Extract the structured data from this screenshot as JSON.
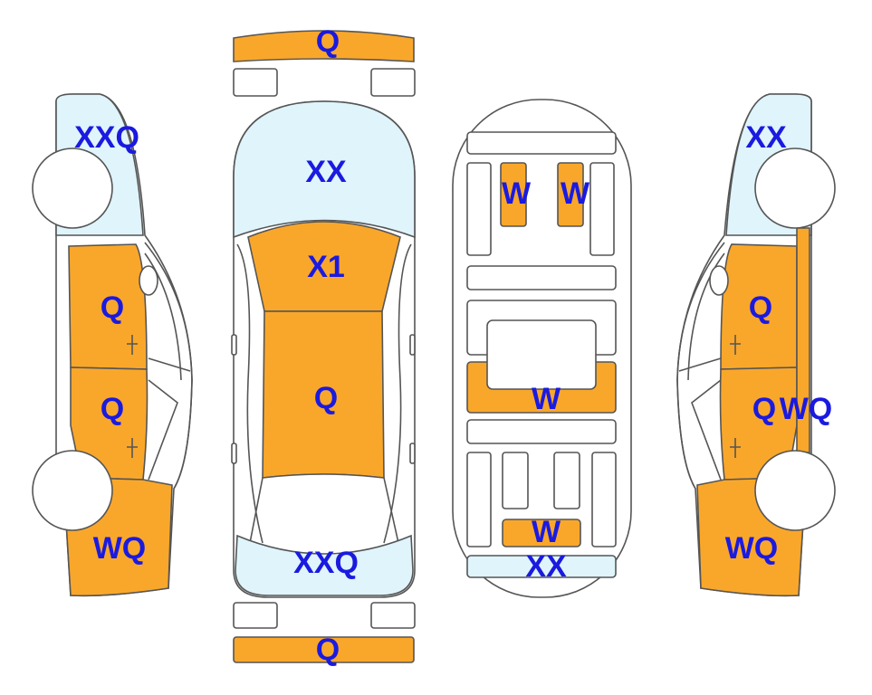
{
  "colors": {
    "damage_orange": "#F9A72B",
    "glass_blue": "#DFF4FB",
    "outline": "#555555",
    "label_blue": "#1A1AE0",
    "wheel_fill": "#FFFFFF"
  },
  "labels": {
    "front_bumper": "Q",
    "rear_bumper": "Q",
    "windshield": "XX",
    "hood": "X1",
    "roof": "Q",
    "rear_glass": "XXQ",
    "left_front_glass": "XXQ",
    "left_front_door": "Q",
    "left_rear_door": "Q",
    "left_rear_quarter": "WQ",
    "right_front_glass": "XX",
    "right_front_door": "Q",
    "right_rear_door": "Q",
    "right_rear_pillar": "WQ",
    "right_rear_quarter": "WQ",
    "front_seat_left": "W",
    "front_seat_right": "W",
    "center_floor": "W",
    "rear_floor": "W",
    "trunk_sill": "XX"
  }
}
